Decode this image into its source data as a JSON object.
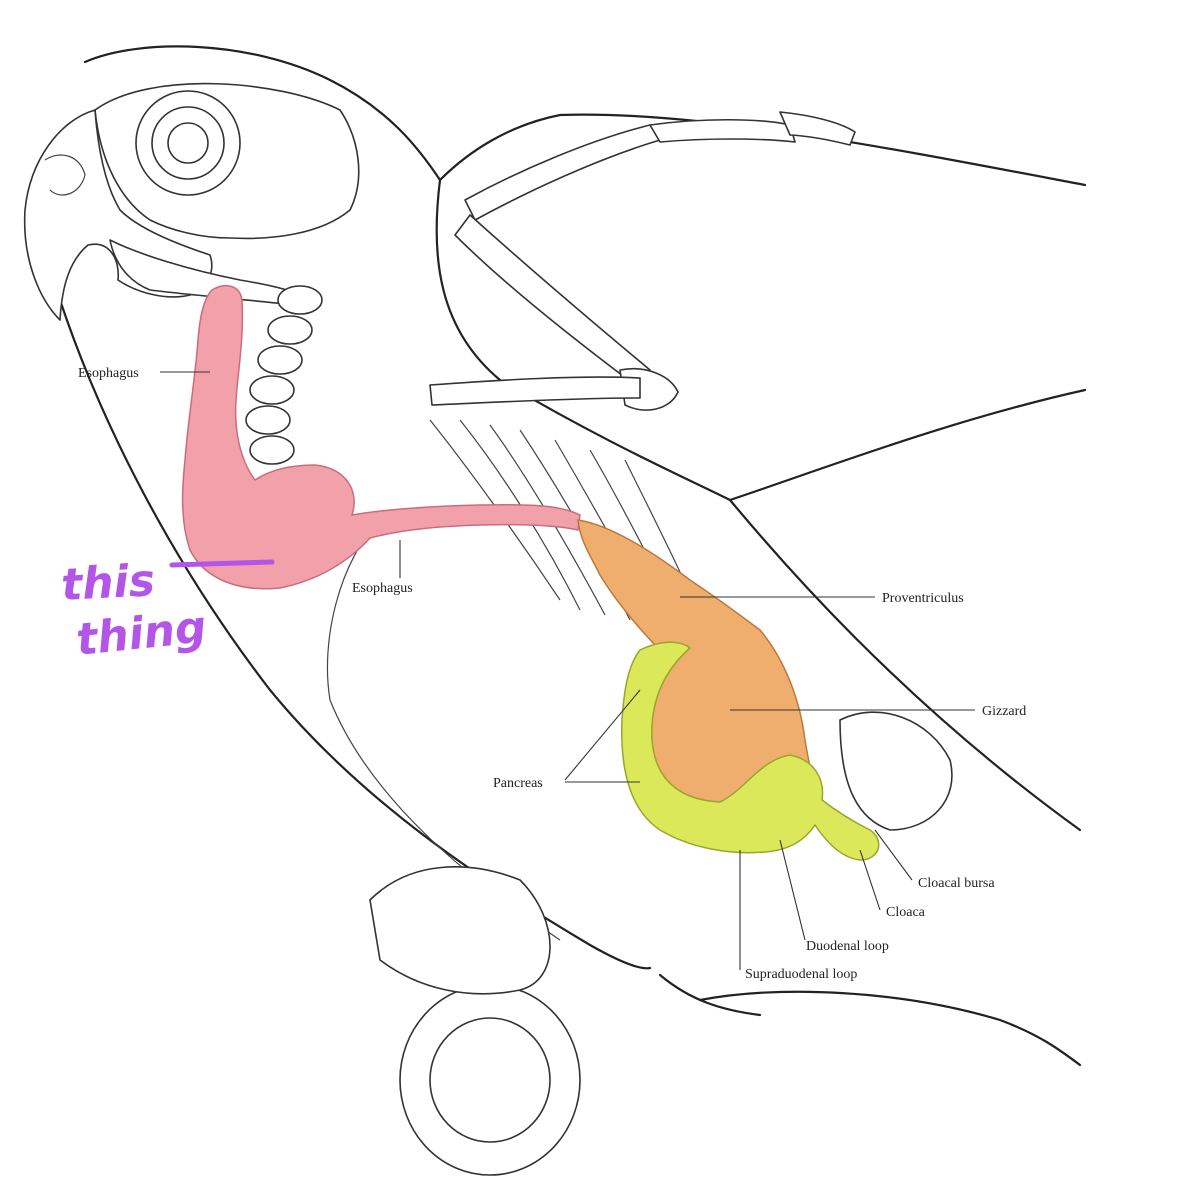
{
  "labels": {
    "esophagus_upper": "Esophagus",
    "esophagus_lower": "Esophagus",
    "proventriculus": "Proventriculus",
    "gizzard": "Gizzard",
    "pancreas": "Pancreas",
    "cloacal_bursa": "Cloacal bursa",
    "cloaca": "Cloaca",
    "duodenal_loop": "Duodenal loop",
    "supraduodenal_loop": "Supraduodenal loop"
  },
  "annotation": {
    "line1": "this",
    "line2": "thing"
  },
  "colors": {
    "crop": "#f2a1ab",
    "stomach": "#f0ae6e",
    "intestine": "#dbe85a",
    "annotation": "#b355e6"
  }
}
